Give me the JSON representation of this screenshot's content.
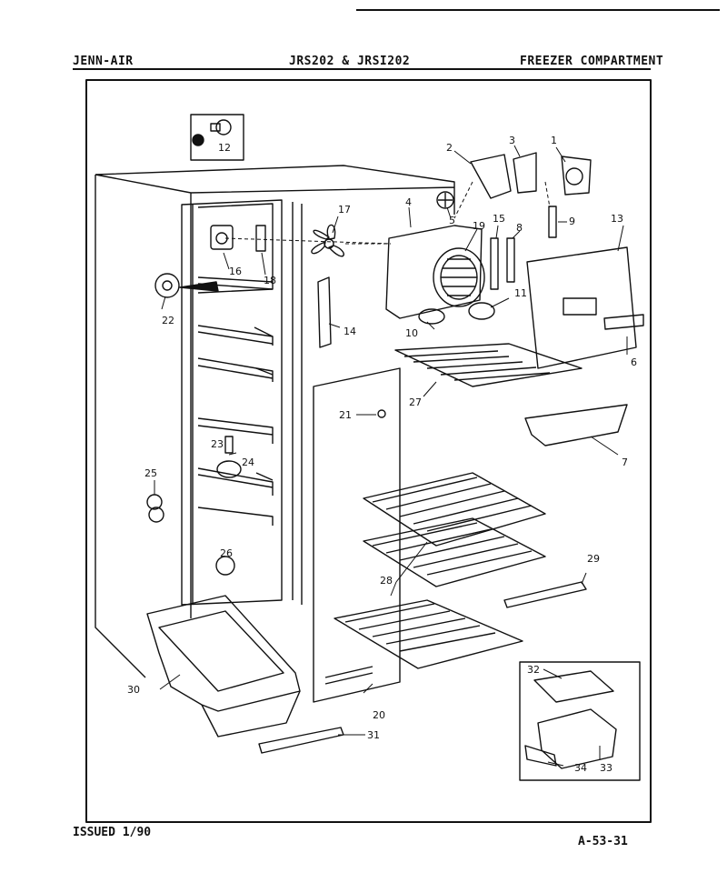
{
  "header": {
    "brand": "JENN-AIR",
    "models": "JRS202 & JRSI202",
    "section": "FREEZER COMPARTMENT"
  },
  "footer": {
    "issued": "ISSUED 1/90",
    "page_code": "A-53-31"
  },
  "callouts": {
    "c1": "1",
    "c2": "2",
    "c3": "3",
    "c4": "4",
    "c5": "5",
    "c6": "6",
    "c7": "7",
    "c8": "8",
    "c9": "9",
    "c10": "10",
    "c11": "11",
    "c12": "12",
    "c13": "13",
    "c14": "14",
    "c15": "15",
    "c16": "16",
    "c17": "17",
    "c18": "18",
    "c19": "19",
    "c20": "20",
    "c21": "21",
    "c22": "22",
    "c23": "23",
    "c24": "24",
    "c25": "25",
    "c26": "26",
    "c27": "27",
    "c28": "28",
    "c29": "29",
    "c30": "30",
    "c31": "31",
    "c32": "32",
    "c33": "33",
    "c34": "34"
  },
  "colors": {
    "ink": "#111111",
    "paper": "#ffffff"
  }
}
